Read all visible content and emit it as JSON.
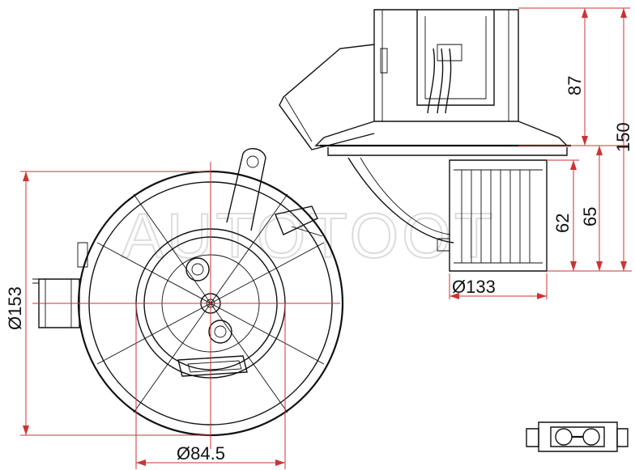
{
  "watermark": "AUTOTOOT",
  "dimensions": {
    "side_height_upper": "87",
    "side_height_total": "150",
    "side_fan_height_inner": "62",
    "side_fan_height_outer": "65",
    "side_fan_diameter": "Ø133",
    "front_diameter": "Ø153",
    "front_hub_diameter": "Ø84.5"
  },
  "colors": {
    "line": "#111111",
    "dimension": "#cc3333",
    "watermark": "#dcdcdc"
  },
  "icons": {
    "connector": "connector-plug-icon"
  }
}
